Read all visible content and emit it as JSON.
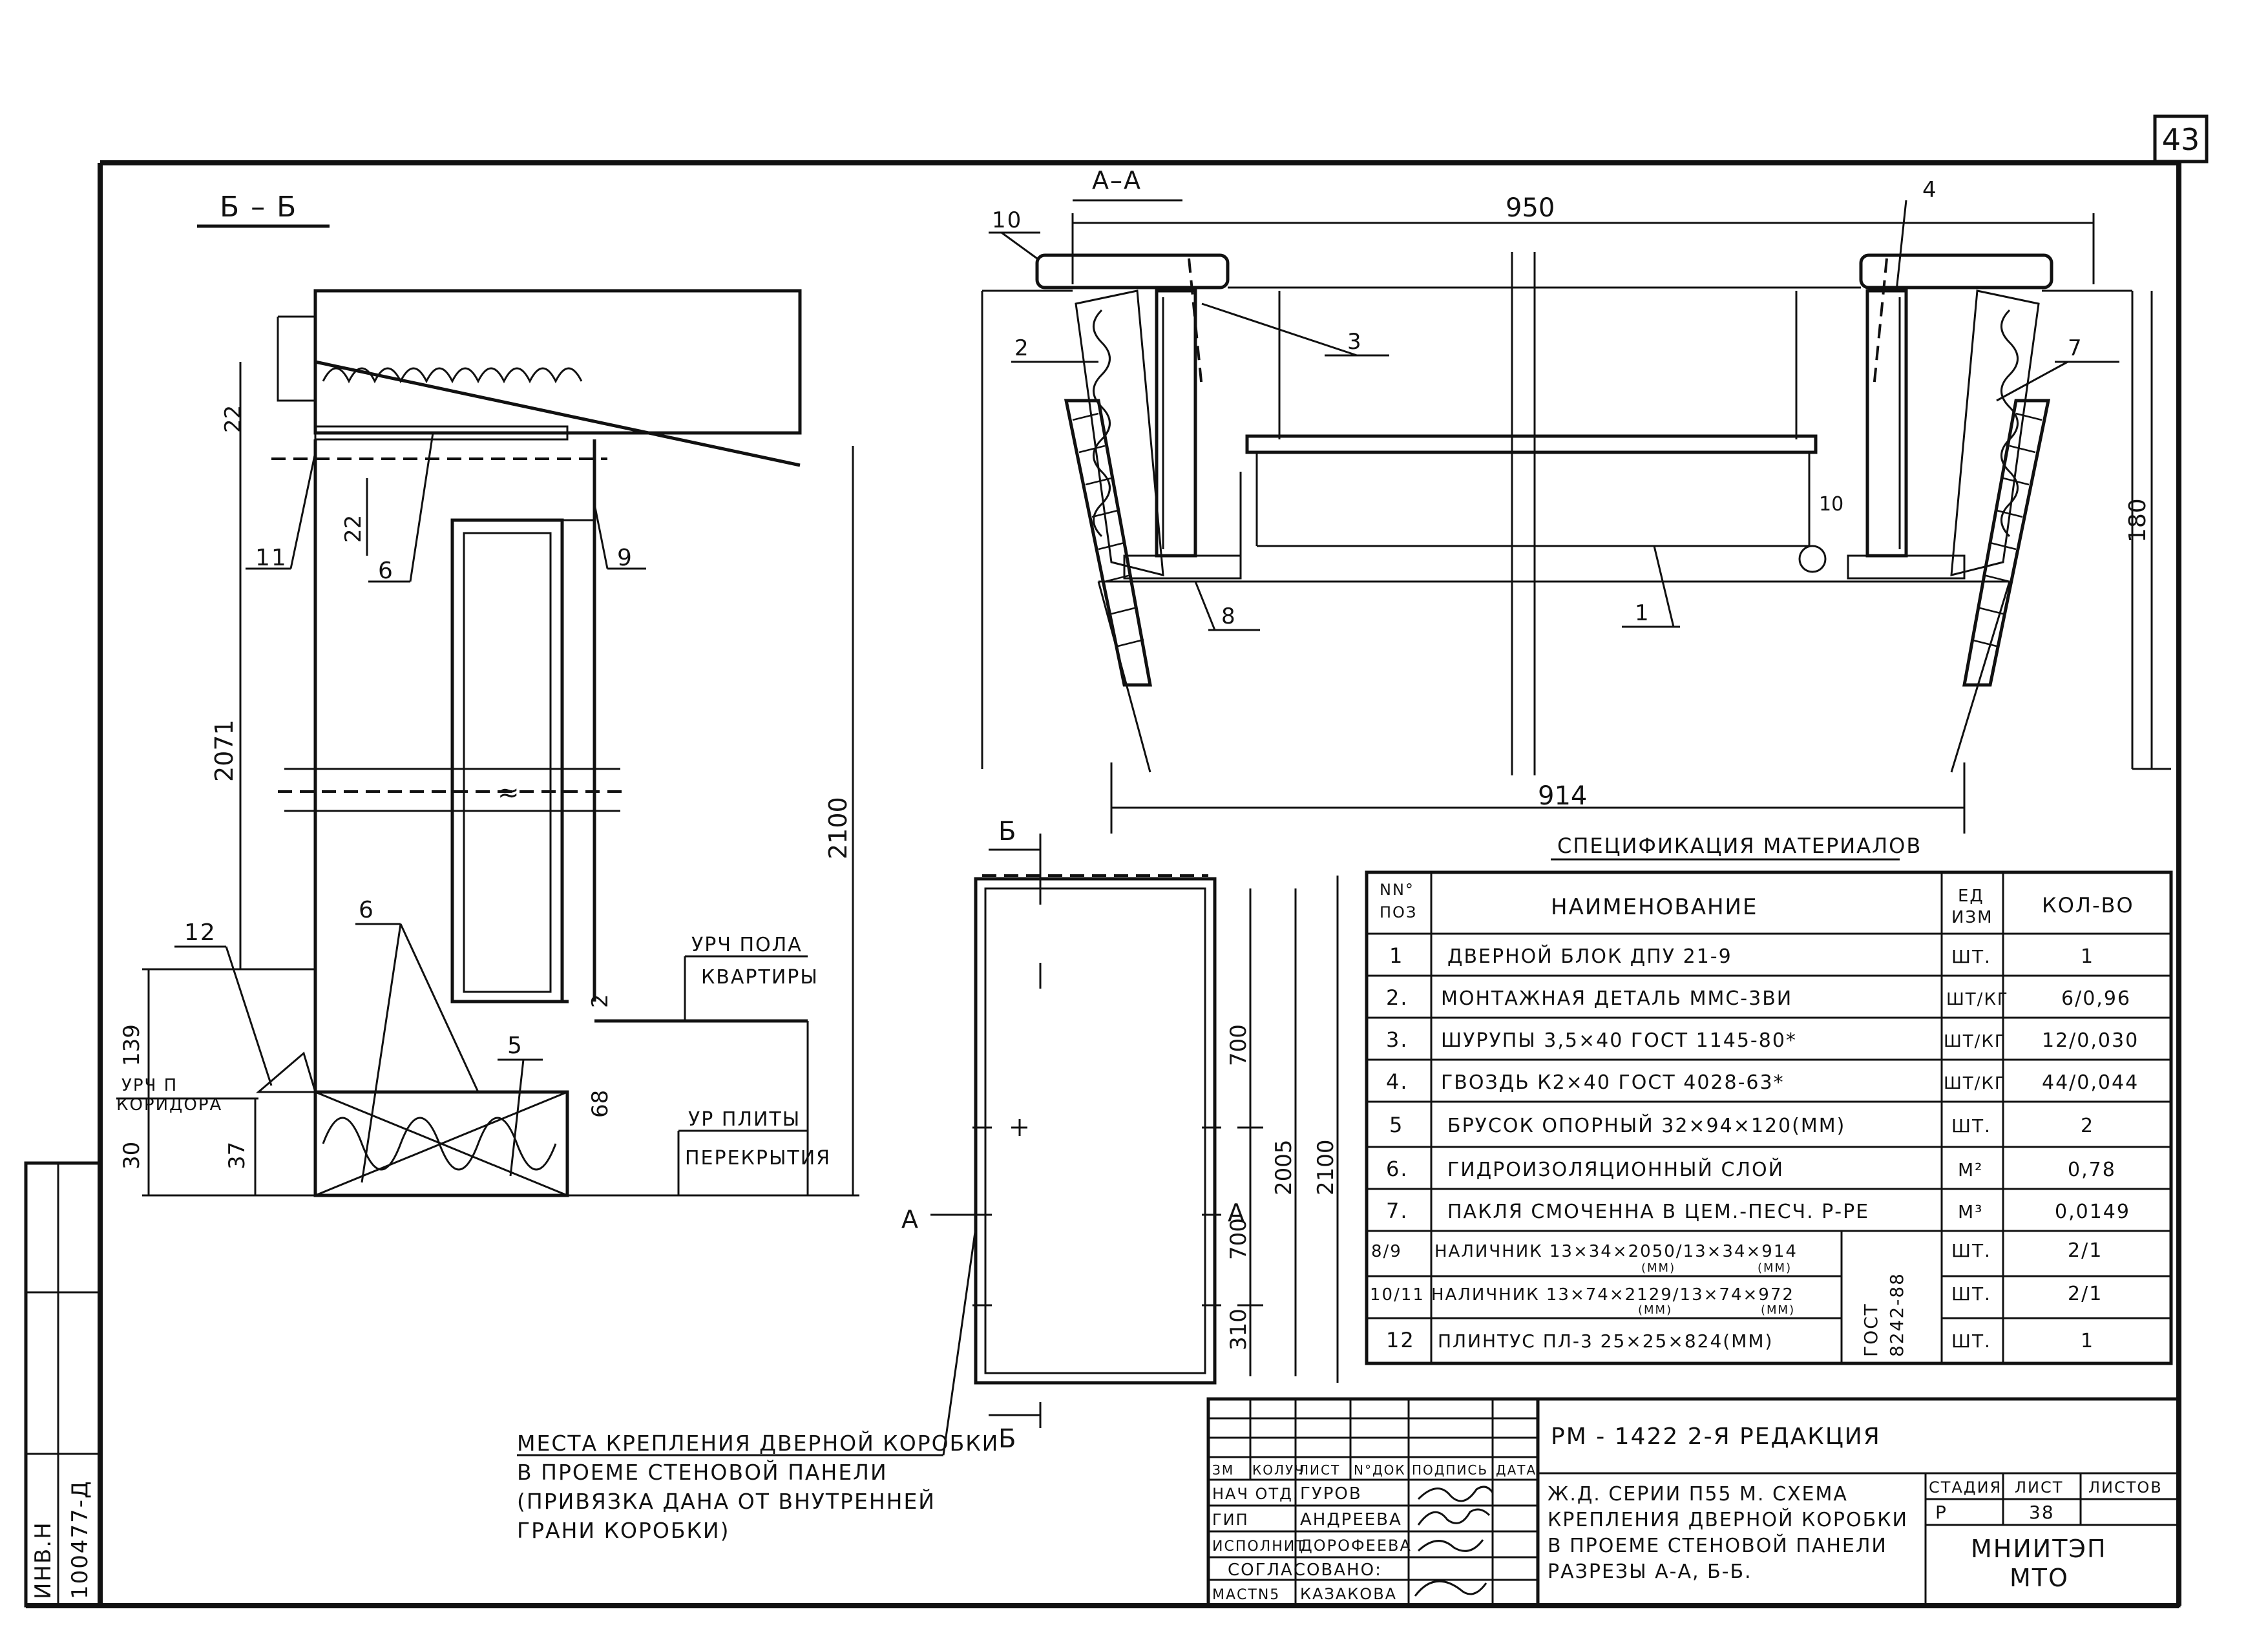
{
  "sheet_number": "43",
  "section_bb": {
    "title": "Б – Б",
    "dims": {
      "d22a": "22",
      "d22b": "22",
      "d2071": "2071",
      "d2100": "2100",
      "d2": "2",
      "d68": "68",
      "d139": "139",
      "d30": "30",
      "d37": "37"
    },
    "callouts": {
      "c11": "11",
      "c6a": "6",
      "c9": "9",
      "c12": "12",
      "c6b": "6",
      "c5": "5"
    },
    "levels": {
      "apt_floor": [
        "УРЧ ПОЛА",
        "КВАРТИРЫ"
      ],
      "corridor_floor": [
        "УРЧ П",
        "КОРИДОРА"
      ],
      "slab": [
        "УР ПЛИТЫ",
        "ПЕРЕКРЫТИЯ"
      ]
    }
  },
  "section_aa": {
    "title": "А–А",
    "dims": {
      "d950": "950",
      "d914": "914",
      "d180": "180",
      "d10": "10"
    },
    "callouts": {
      "c10": "10",
      "c4": "4",
      "c2": "2",
      "c3": "3",
      "c7": "7",
      "c8": "8",
      "c1": "1"
    }
  },
  "elevation": {
    "marker_b": "Б",
    "marker_a": "А",
    "dims": {
      "d700a": "700",
      "d700b": "700",
      "d310": "310",
      "d2005": "2005",
      "d2100": "2100"
    }
  },
  "note": [
    "МЕСТА КРЕПЛЕНИЯ ДВЕРНОЙ КОРОБКИ",
    "В ПРОЕМЕ СТЕНОВОЙ ПАНЕЛИ",
    "(ПРИВЯЗКА ДАНА ОТ ВНУТРЕННЕЙ",
    "ГРАНИ КОРОБКИ)"
  ],
  "spec": {
    "title": "СПЕЦИФИКАЦИЯ МАТЕРИАЛОВ",
    "headers": {
      "pos": [
        "NN°",
        "ПОЗ"
      ],
      "name": "НАИМЕНОВАНИЕ",
      "unit": [
        "ЕД",
        "ИЗМ"
      ],
      "qty": "КОЛ-ВО"
    },
    "rows": [
      {
        "pos": "1",
        "name": "ДВЕРНОЙ БЛОК ДПУ 21-9",
        "unit": "ШТ.",
        "qty": "1"
      },
      {
        "pos": "2.",
        "name": "МОНТАЖНАЯ ДЕТАЛЬ ММС-3ВИ",
        "unit": "ШТ/КГ",
        "qty": "6/0,96"
      },
      {
        "pos": "3.",
        "name": "ШУРУПЫ 3,5×40 ГОСТ 1145-80*",
        "unit": "ШТ/КГ",
        "qty": "12/0,030"
      },
      {
        "pos": "4.",
        "name": "ГВОЗДЬ К2×40 ГОСТ 4028-63*",
        "unit": "ШТ/КГ",
        "qty": "44/0,044"
      },
      {
        "pos": "5",
        "name": "БРУСОК ОПОРНЫЙ 32×94×120(ММ)",
        "unit": "ШТ.",
        "qty": "2"
      },
      {
        "pos": "6.",
        "name": "ГИДРОИЗОЛЯЦИОННЫЙ СЛОЙ",
        "unit": "М²",
        "qty": "0,78"
      },
      {
        "pos": "7.",
        "name": "ПАКЛЯ СМОЧЕННА В ЦЕМ.-ПЕСЧ. Р-РЕ",
        "unit": "М³",
        "qty": "0,0149"
      },
      {
        "pos": "8/9",
        "name": "НАЛИЧНИК 13×34×2050/13×34×914",
        "unit": "ШТ.",
        "qty": "2/1"
      },
      {
        "pos": "10/11",
        "name": "НАЛИЧНИК 13×74×2129/13×74×972",
        "unit": "ШТ.",
        "qty": "2/1"
      },
      {
        "pos": "12",
        "name": "ПЛИНТУС ПЛ-3 25×25×824(ММ)",
        "unit": "ШТ.",
        "qty": "1"
      }
    ],
    "mm_note": "(ММ)",
    "gost": [
      "ГОСТ",
      "8242-88"
    ]
  },
  "title_block": {
    "doc_code": "РМ - 1422 2-Я РЕДАКЦИЯ",
    "col_headers": [
      "ЗМ",
      "КОЛУЧ",
      "ЛИСТ",
      "N°ДОК",
      "ПОДПИСЬ",
      "ДАТА"
    ],
    "people": [
      {
        "role": "НАЧ ОТД.",
        "name": "ГУРОВ"
      },
      {
        "role": "ГИП",
        "name": "АНДРЕЕВА"
      },
      {
        "role": "ИСПОЛНИТ",
        "name": "ДОРОФЕЕВА"
      }
    ],
    "agreed": "СОГЛАСОВАНО:",
    "mast": "МАСТN5",
    "mast_name": "КАЗАКОВА",
    "description": [
      "Ж.Д. СЕРИИ П55 М. СХЕМА",
      "КРЕПЛЕНИЯ ДВЕРНОЙ КОРОБКИ",
      "В ПРОЕМЕ СТЕНОВОЙ ПАНЕЛИ",
      "РАЗРЕЗЫ А-А, Б-Б."
    ],
    "stage_label": "СТАДИЯ",
    "sheet_label": "ЛИСТ",
    "sheets_label": "ЛИСТОВ",
    "stage": "Р",
    "sheet": "38",
    "sheets": "",
    "org": [
      "МНИИТЭП",
      "МТО"
    ]
  },
  "side_stamp": [
    "ИНВ.Н",
    "100477-Д"
  ]
}
